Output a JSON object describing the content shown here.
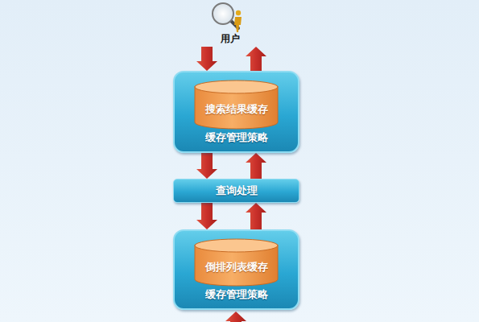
{
  "diagram": {
    "nodes": [
      {
        "text": [
          "用户"
        ]
      },
      {
        "text": [
          "缓存管理策略"
        ]
      },
      {
        "text": [
          "搜索结果缓存"
        ],
        "in": 1
      },
      {
        "text": [
          "查询处理"
        ]
      },
      {
        "text": [
          "缓存管理策略"
        ]
      },
      {
        "text": [
          "倒排列表缓存"
        ],
        "in": 4
      }
    ],
    "edges": [
      {
        "from": 0,
        "to": 1,
        "arrow": "to"
      },
      {
        "from": 1,
        "to": 0,
        "arrow": "to"
      },
      {
        "from": 1,
        "to": 3,
        "arrow": "to"
      },
      {
        "from": 3,
        "to": 1,
        "arrow": "to"
      },
      {
        "from": 3,
        "to": 4,
        "arrow": "to"
      },
      {
        "from": 4,
        "to": 3,
        "arrow": "to"
      }
    ]
  }
}
